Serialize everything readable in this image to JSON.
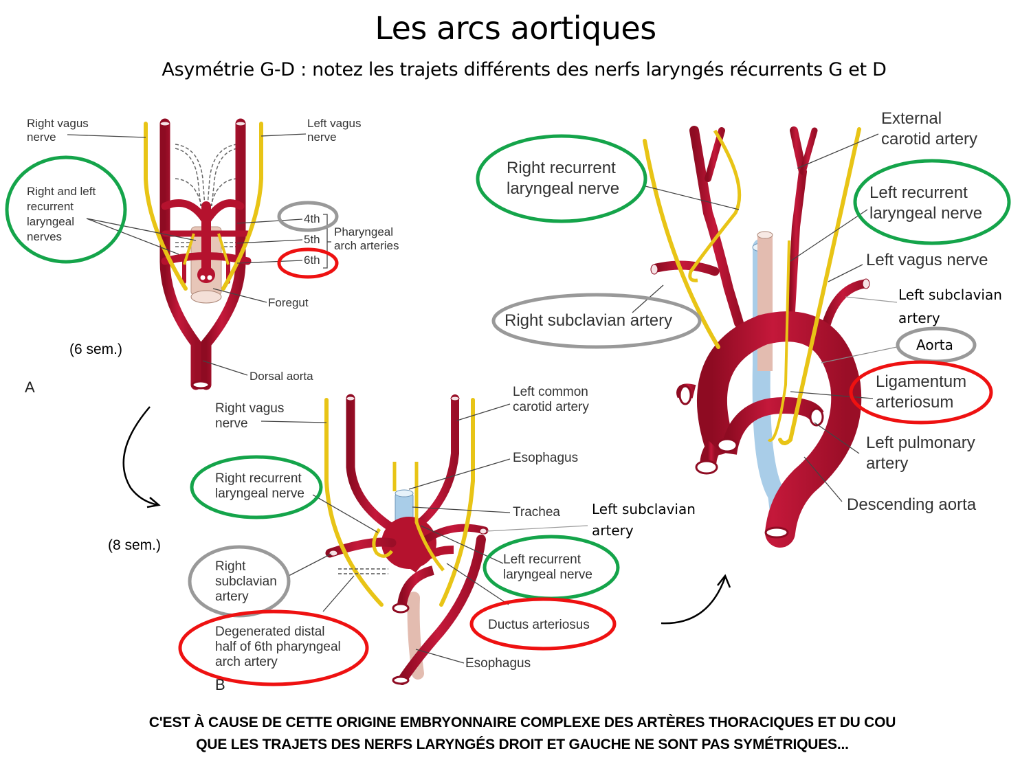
{
  "slide": {
    "title": "Les arcs aortiques",
    "subtitle": "Asymétrie G-D : notez les trajets différents des nerfs laryngés récurrents G et D",
    "footer_line1": "C'EST À CAUSE DE CETTE ORIGINE EMBRYONNAIRE COMPLEXE DES ARTÈRES THORACIQUES ET DU COU",
    "footer_line2": "QUE LES TRAJETS DES NERFS LARYNGÉS DROIT ET GAUCHE NE SONT PAS SYMÉTRIQUES..."
  },
  "colors": {
    "artery": "#b5122e",
    "nerve": "#f0d020",
    "trachea": "#a9cde8",
    "esophagus": "#e6c0b4",
    "circle_green": "#14a44a",
    "circle_red": "#ee1111",
    "circle_gray": "#999999"
  },
  "diagram_a": {
    "panel_letter": "A",
    "stage": "(6 sem.)",
    "labels": {
      "right_vagus_1": "Right vagus",
      "right_vagus_2": "nerve",
      "left_vagus_1": "Left vagus",
      "left_vagus_2": "nerve",
      "rln_1": "Right and left",
      "rln_2": "recurrent",
      "rln_3": "laryngeal",
      "rln_4": "nerves",
      "arch_4": "4th",
      "arch_5": "5th",
      "arch_6": "6th",
      "pharyngeal_1": "Pharyngeal",
      "pharyngeal_2": "arch arteries",
      "foregut": "Foregut",
      "dorsal_aorta": "Dorsal aorta"
    }
  },
  "diagram_b": {
    "panel_letter": "B",
    "stage": "(8 sem.)",
    "labels": {
      "right_vagus_1": "Right vagus",
      "right_vagus_2": "nerve",
      "left_common_carotid_1": "Left common",
      "left_common_carotid_2": "carotid artery",
      "esophagus_top": "Esophagus",
      "right_rln_1": "Right recurrent",
      "right_rln_2": "laryngeal nerve",
      "trachea": "Trachea",
      "left_subclavian_1": "Left subclavian",
      "left_subclavian_2": "artery",
      "right_subclavian_1": "Right",
      "right_subclavian_2": "subclavian",
      "right_subclavian_3": "artery",
      "left_rln_1": "Left recurrent",
      "left_rln_2": "laryngeal nerve",
      "degenerated_1": "Degenerated distal",
      "degenerated_2": "half of 6th pharyngeal",
      "degenerated_3": "arch artery",
      "ductus": "Ductus arteriosus",
      "esophagus_bottom": "Esophagus"
    }
  },
  "diagram_c": {
    "labels": {
      "external_carotid_1": "External",
      "external_carotid_2": "carotid artery",
      "right_rln_1": "Right recurrent",
      "right_rln_2": "laryngeal nerve",
      "left_rln_1": "Left recurrent",
      "left_rln_2": "laryngeal nerve",
      "left_vagus": "Left vagus nerve",
      "left_subclavian_1": "Left subclavian",
      "left_subclavian_2": "artery",
      "right_subclavian": "Right subclavian artery",
      "aorta": "Aorta",
      "ligamentum_1": "Ligamentum",
      "ligamentum_2": "arteriosum",
      "left_pulmonary_1": "Left pulmonary",
      "left_pulmonary_2": "artery",
      "descending_aorta": "Descending aorta"
    }
  }
}
